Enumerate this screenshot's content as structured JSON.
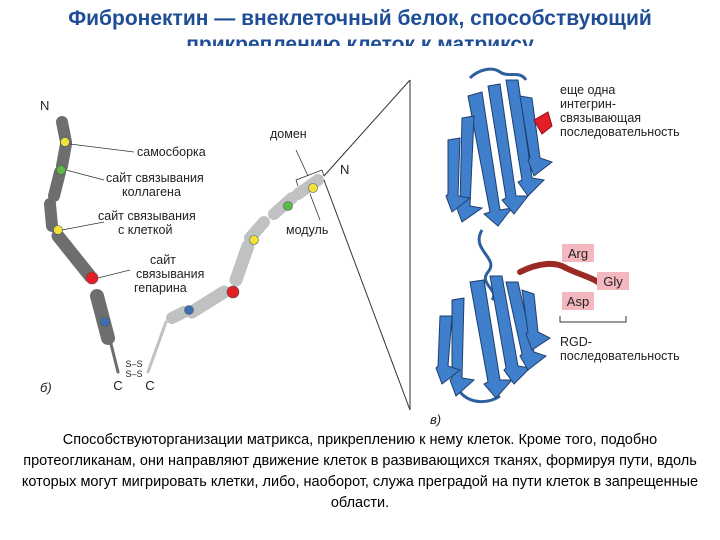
{
  "title": {
    "line1": "Фибронектин — внеклеточный белок, способствующий",
    "line2": "прикреплению клеток к матриксу"
  },
  "panel_b": {
    "label": "б)",
    "n_left": "N",
    "n_right": "N",
    "c_left": "C",
    "c_right": "C",
    "ss_top": "S–S",
    "ss_bottom": "S–S",
    "labels": {
      "self_assembly": "самосборка",
      "collagen_line1": "сайт связывания",
      "collagen_line2": "коллагена",
      "cell_line1": "сайт связывания",
      "cell_line2": "с клеткой",
      "heparin_line1": "сайт",
      "heparin_line2": "связывания",
      "heparin_line3": "гепарина",
      "domain": "домен",
      "module": "модуль"
    }
  },
  "panel_v": {
    "label": "в)",
    "integrin_line1": "еще одна",
    "integrin_line2": "интегрин-",
    "integrin_line3": "связывающая",
    "integrin_line4": "последовательность",
    "arg": "Arg",
    "gly": "Gly",
    "asp": "Asp",
    "rgd_line1": "RGD-",
    "rgd_line2": "последовательность"
  },
  "colors": {
    "title": "#1f4e96",
    "strand_dark": "#6d6e70",
    "strand_light": "#bfc1c2",
    "site_yellow": "#f1e23a",
    "site_green": "#5cb947",
    "site_red": "#e21f26",
    "site_blue": "#3b6fb6",
    "protein_blue": "#3f7fcb",
    "rgd_label_bg": "#f3b7bd",
    "rgd_loop": "#9b2a24"
  },
  "caption": "Способствуюторганизации матрикса, прикреплению к нему клеток. Кроме того, подобно протеогликанам, они направляют движение клеток в развивающихся тканях, формируя пути, вдоль которых могут мигрировать клетки, либо, наоборот, служа преградой на пути клеток в запрещенные области."
}
